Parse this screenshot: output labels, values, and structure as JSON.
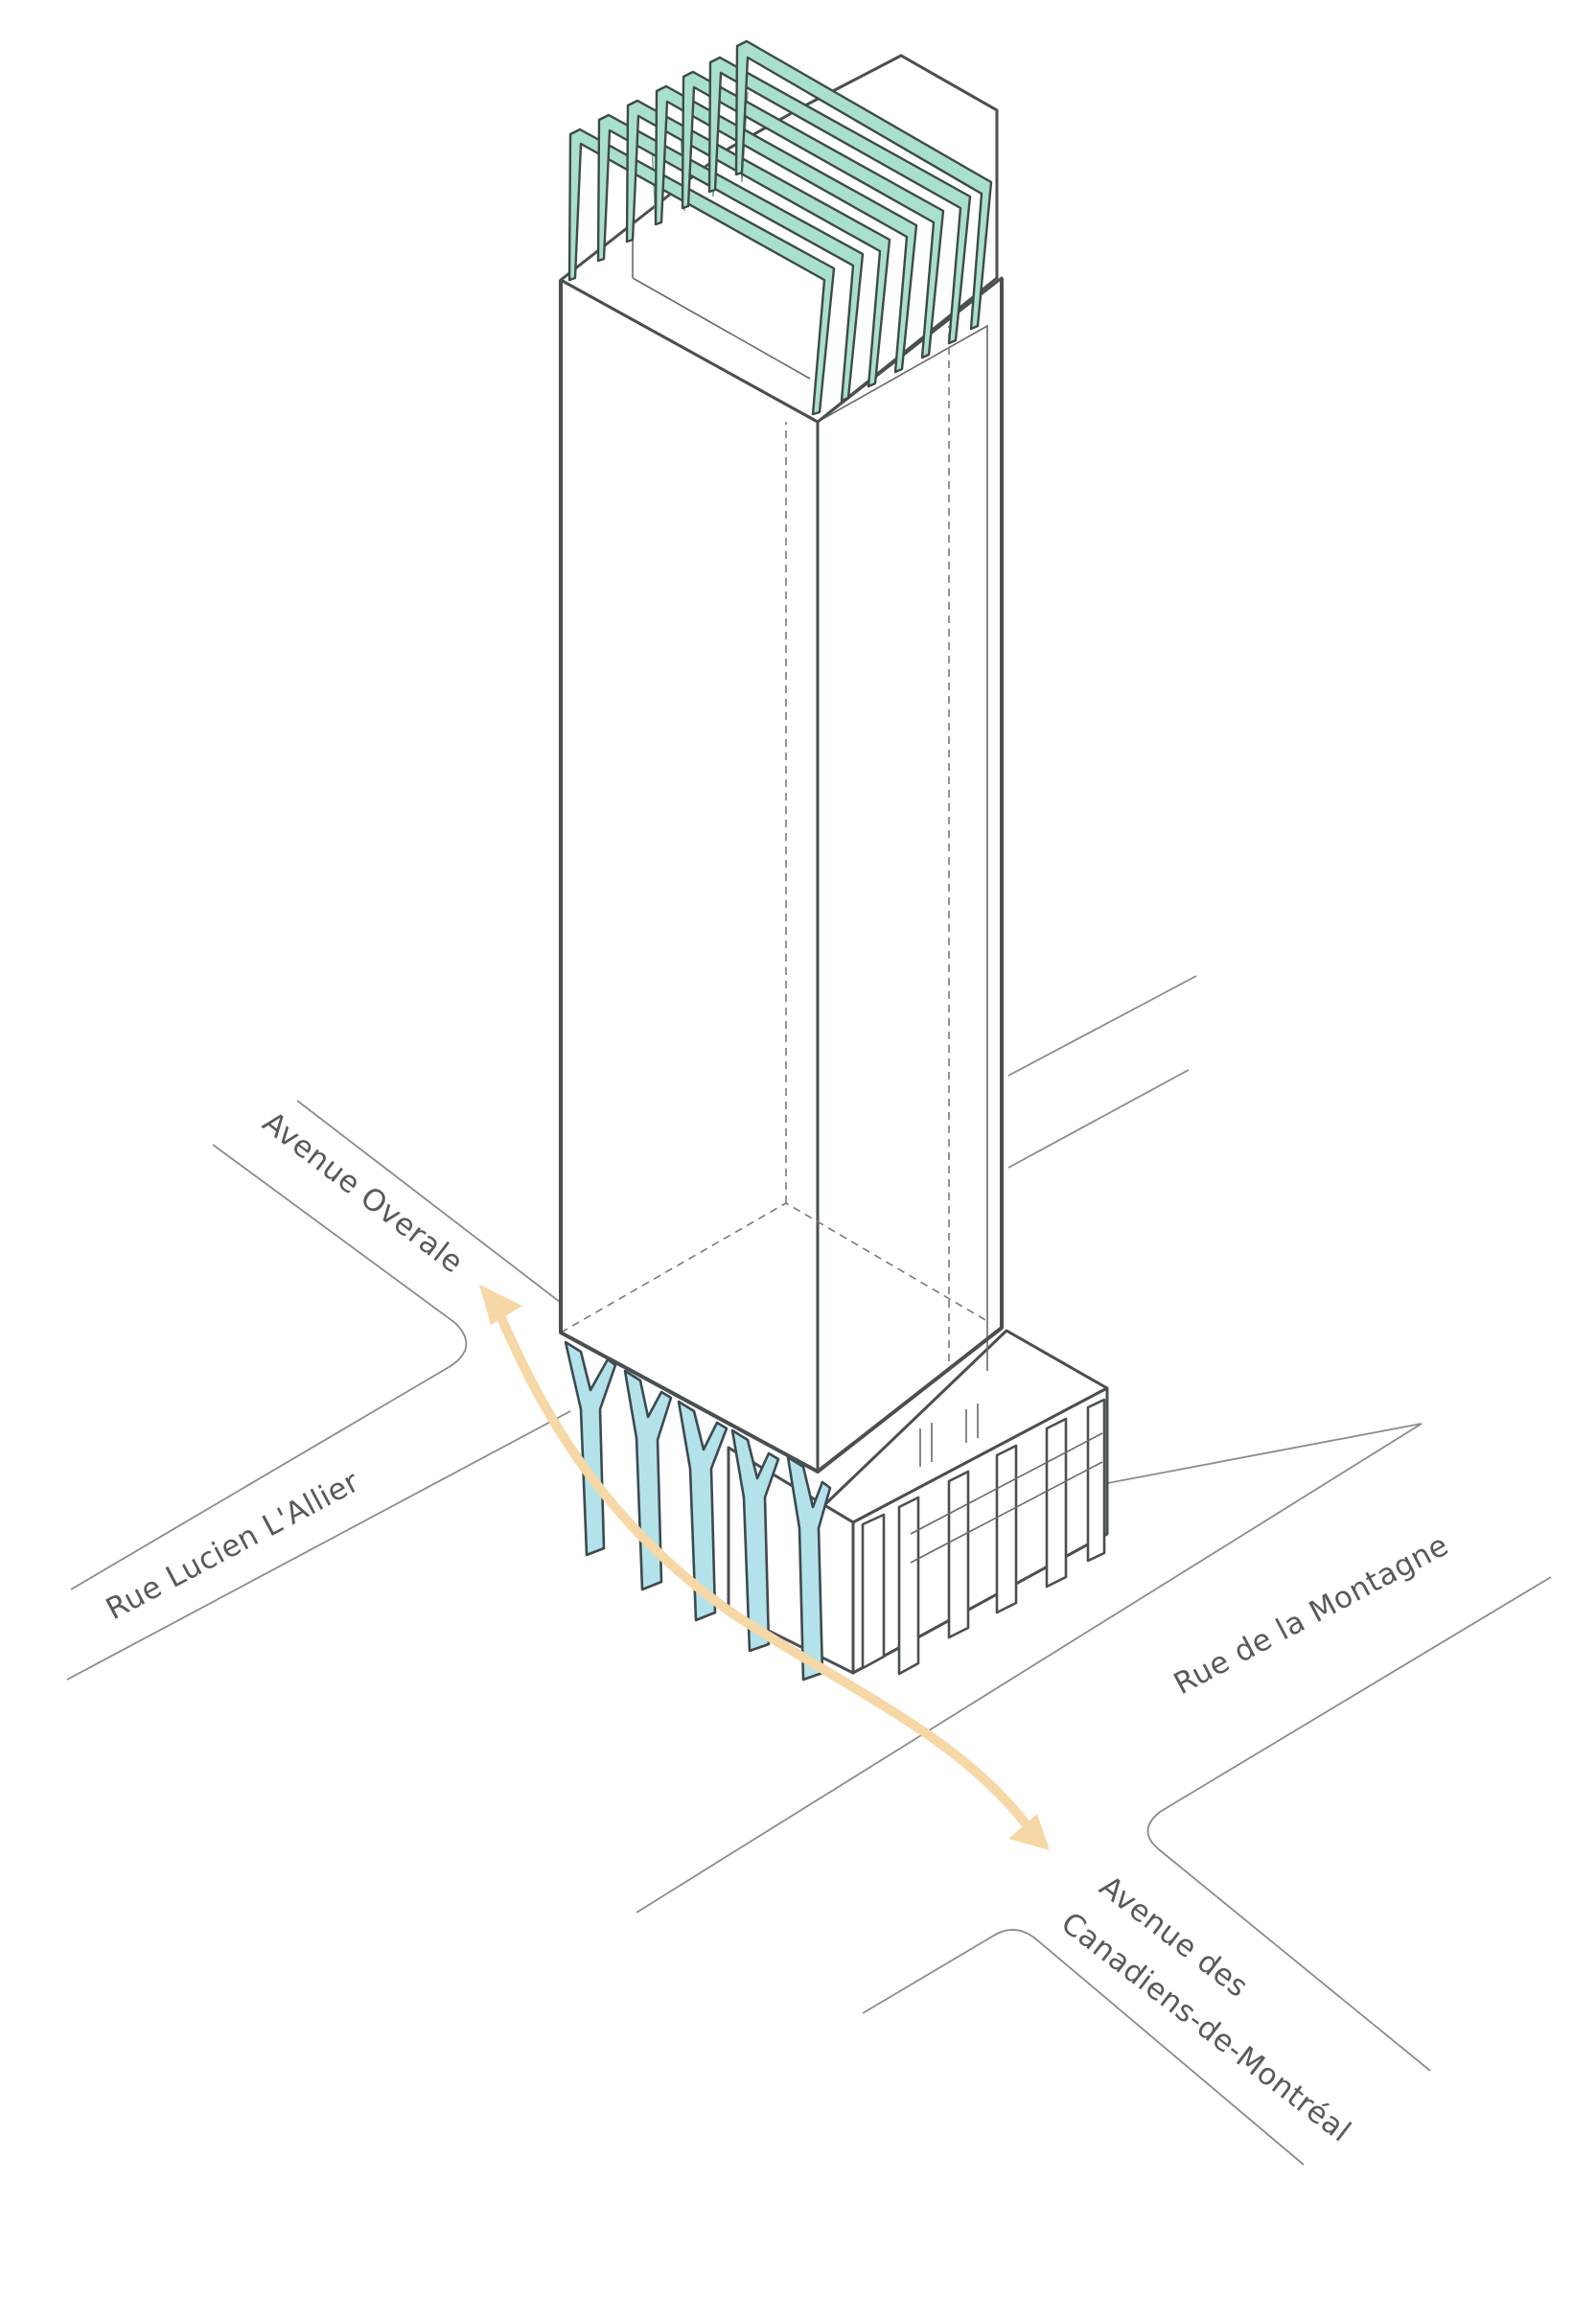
{
  "streets": {
    "avenue_overale": "Avenue Overale",
    "rue_lucien_lallier": "Rue Lucien L'Allier",
    "rue_de_la_montagne": "Rue de la Montagne",
    "avenue_des": "Avenue des",
    "canadiens_de_montreal": "Canadiens-de-Montréal"
  },
  "colors": {
    "crown_fins": "#a9e0cb",
    "base_columns": "#b4e2ea",
    "pedestrian_flow": "#f6d7a6",
    "outline": "#4a4f52"
  }
}
